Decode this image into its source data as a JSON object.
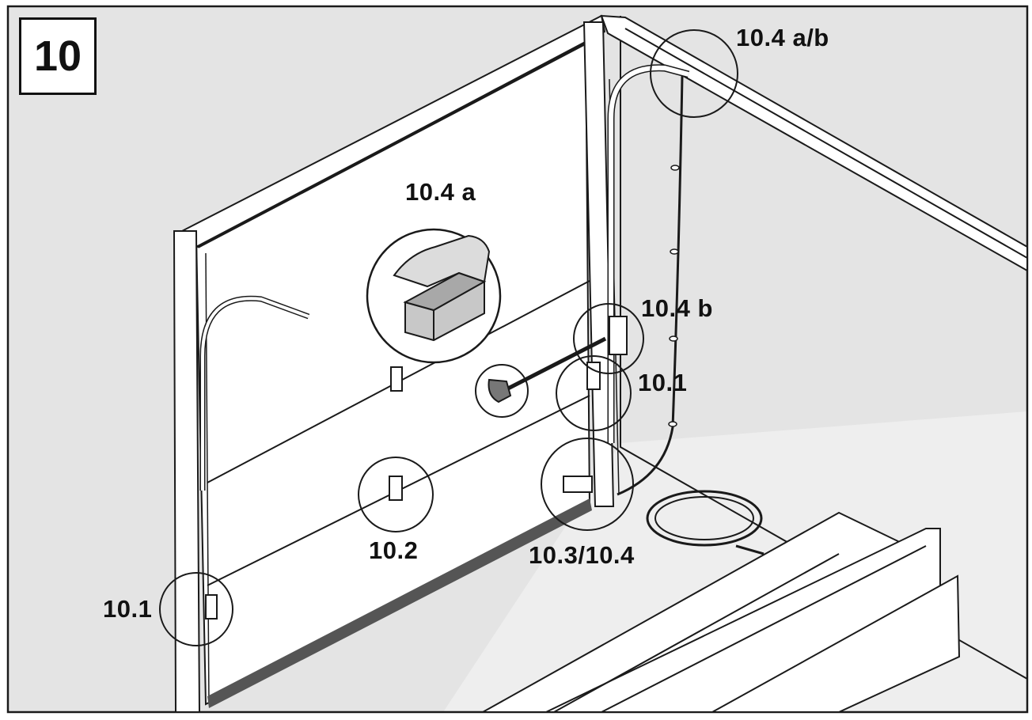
{
  "step": {
    "number": "10"
  },
  "callouts": {
    "c_104ab": "10.4 a/b",
    "c_104a": "10.4 a",
    "c_104b": "10.4 b",
    "c_101_right": "10.1",
    "c_101_left": "10.1",
    "c_102": "10.2",
    "c_103_104": "10.3/10.4"
  },
  "colors": {
    "background": "#ffffff",
    "wall": "#e4e4e4",
    "floor": "#eeeeee",
    "line": "#1a1a1a",
    "panel": "#ffffff",
    "box_shade": "#c8c8c8"
  },
  "icons": {
    "cable_bag": "folded-box-icon",
    "cable_connector": "plug-connector-icon"
  }
}
